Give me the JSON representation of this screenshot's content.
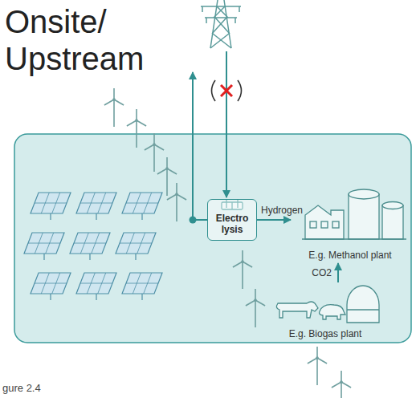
{
  "diagram": {
    "title": "Onsite/ Upstream",
    "nodes": [
      {
        "text": [
          "Electro lysis"
        ]
      },
      {
        "text": [
          "E.g. Methanol plant"
        ]
      },
      {
        "text": [
          "E.g. Biogas plant"
        ]
      }
    ],
    "edges": [
      {
        "from": 0,
        "to": 1,
        "label": "Hydrogen",
        "arrow": "to"
      },
      {
        "from": 2,
        "to": 1,
        "label": "CO2",
        "arrow": "to"
      }
    ],
    "labels": [
      "gure 2.4"
    ]
  }
}
